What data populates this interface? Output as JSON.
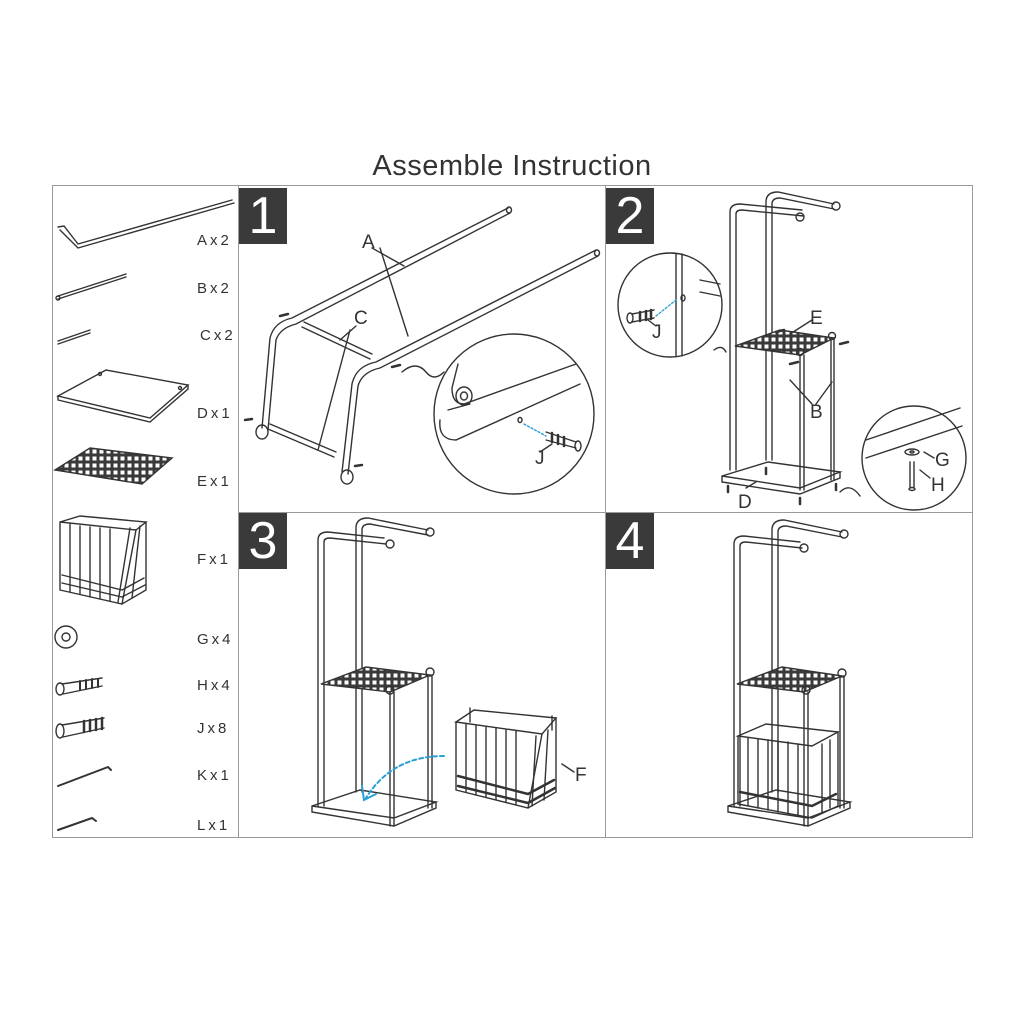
{
  "title": "Assemble Instruction",
  "steps": [
    "1",
    "2",
    "3",
    "4"
  ],
  "parts": [
    {
      "letter": "A",
      "qty": "x2"
    },
    {
      "letter": "B",
      "qty": "x2"
    },
    {
      "letter": "C",
      "qty": "x2"
    },
    {
      "letter": "D",
      "qty": "x1"
    },
    {
      "letter": "E",
      "qty": "x1"
    },
    {
      "letter": "F",
      "qty": "x1"
    },
    {
      "letter": "G",
      "qty": "x4"
    },
    {
      "letter": "H",
      "qty": "x4"
    },
    {
      "letter": "J",
      "qty": "x8"
    },
    {
      "letter": "K",
      "qty": "x1"
    },
    {
      "letter": "L",
      "qty": "x1"
    }
  ],
  "callouts": {
    "step1": [
      "A",
      "C",
      "J"
    ],
    "step2": [
      "J",
      "E",
      "B",
      "G",
      "H",
      "D"
    ],
    "step3": [
      "F"
    ]
  },
  "colors": {
    "line": "#333333",
    "frame": "#9a9a9a",
    "step_bg": "#3a3a3a",
    "arrow": "#2a9fd6"
  }
}
